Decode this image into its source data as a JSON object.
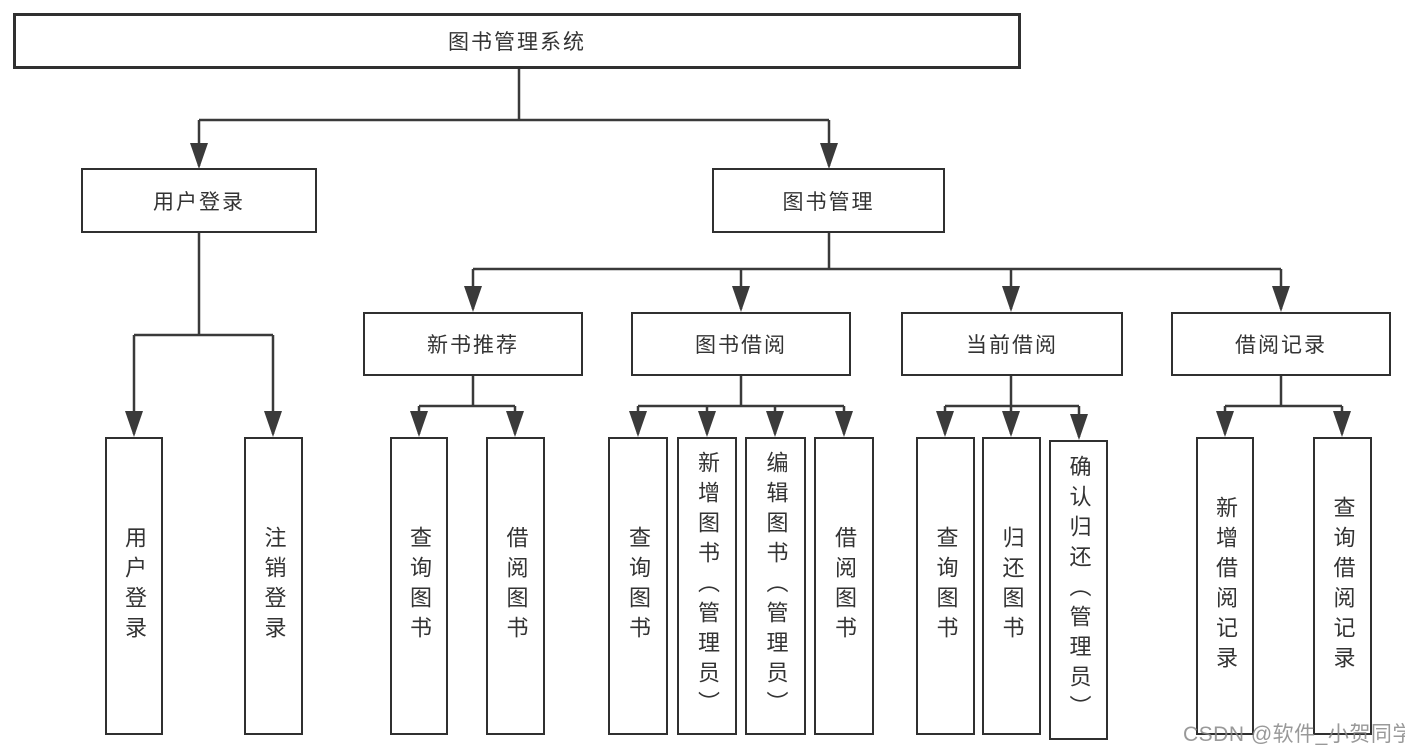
{
  "diagram": {
    "root": {
      "label": "图书管理系统"
    },
    "branches": [
      {
        "label": "用户登录",
        "leaves": [
          {
            "label": "用户登录"
          },
          {
            "label": "注销登录"
          }
        ]
      },
      {
        "label": "图书管理",
        "groups": [
          {
            "label": "新书推荐",
            "leaves": [
              {
                "label": "查询图书"
              },
              {
                "label": "借阅图书"
              }
            ]
          },
          {
            "label": "图书借阅",
            "leaves": [
              {
                "label": "查询图书"
              },
              {
                "label": "新增图书（管理员）"
              },
              {
                "label": "编辑图书（管理员）"
              },
              {
                "label": "借阅图书"
              }
            ]
          },
          {
            "label": "当前借阅",
            "leaves": [
              {
                "label": "查询图书"
              },
              {
                "label": "归还图书"
              },
              {
                "label": "确认归还（管理员）"
              }
            ]
          },
          {
            "label": "借阅记录",
            "leaves": [
              {
                "label": "新增借阅记录"
              },
              {
                "label": "查询借阅记录"
              }
            ]
          }
        ]
      }
    ]
  },
  "watermark": {
    "text": "CSDN @软件_小贺同学"
  },
  "colors": {
    "line": "#3a3a3a",
    "box_border": "#303030",
    "text": "#333333",
    "background": "#ffffff",
    "watermark": "#878787"
  }
}
